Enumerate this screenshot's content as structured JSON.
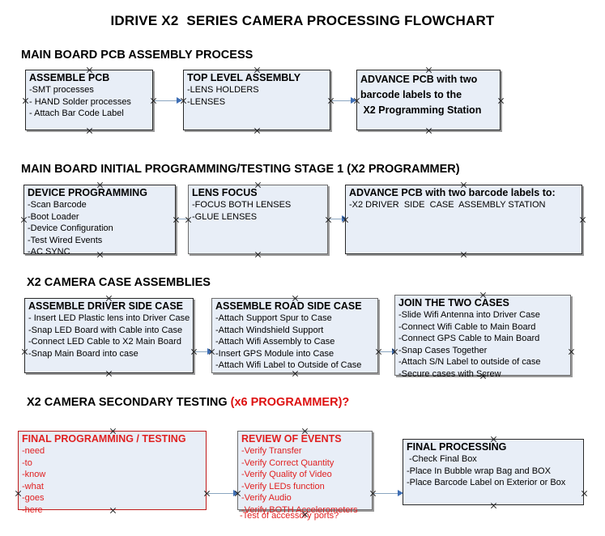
{
  "document": {
    "title": "IDRIVE X2  SERIES CAMERA PROCESSING FLOWCHART",
    "accent_color": "#e02020",
    "box_fill": "#e8eef7",
    "connector_color": "#3f6fb5"
  },
  "sections": [
    {
      "id": "main-board-pcb-assembly",
      "heading": "MAIN BOARD PCB ASSEMBLY PROCESS",
      "heading_accent": "",
      "boxes": [
        {
          "id": "assemble-pcb",
          "title": "ASSEMBLE PCB",
          "lines": [
            "-SMT processes",
            "- HAND Solder processes",
            "- Attach Bar Code Label"
          ]
        },
        {
          "id": "top-level-assembly",
          "title": "TOP LEVEL ASSEMBLY",
          "lines": [
            "-LENS HOLDERS",
            "-LENSES"
          ]
        },
        {
          "id": "advance-pcb-to-programming-station",
          "title": "ADVANCE PCB with two\nbarcode labels to the\n X2 Programming Station",
          "lines": []
        }
      ]
    },
    {
      "id": "main-board-initial-programming",
      "heading": "MAIN BOARD INITIAL PROGRAMMING/TESTING STAGE 1 (X2 PROGRAMMER)",
      "heading_accent": "",
      "boxes": [
        {
          "id": "device-programming",
          "title": "DEVICE PROGRAMMING",
          "lines": [
            "-Scan Barcode",
            "-Boot Loader",
            "-Device Configuration",
            "-Test Wired Events",
            "-AC SYNC"
          ]
        },
        {
          "id": "lens-focus",
          "title": "LENS FOCUS",
          "lines": [
            "-FOCUS BOTH LENSES",
            "-GLUE LENSES"
          ]
        },
        {
          "id": "advance-pcb-to-driver-side-case",
          "title": "ADVANCE PCB with two barcode labels to:",
          "lines": [
            "-X2 DRIVER  SIDE  CASE  ASSEMBLY STATION"
          ]
        }
      ]
    },
    {
      "id": "x2-camera-case-assemblies",
      "heading": "X2 CAMERA CASE ASSEMBLIES",
      "heading_accent": "",
      "boxes": [
        {
          "id": "assemble-driver-side-case",
          "title": "ASSEMBLE DRIVER SIDE CASE",
          "lines": [
            "- Insert LED Plastic lens into Driver Case",
            "-Snap LED Board with Cable into Case",
            "-Connect LED Cable to X2 Main Board",
            "-Snap Main Board into case"
          ]
        },
        {
          "id": "assemble-road-side-case",
          "title": "ASSEMBLE ROAD SIDE CASE",
          "lines": [
            "-Attach Support Spur to Case",
            "-Attach Windshield Support",
            "-Attach Wifi Assembly to Case",
            "-Insert GPS Module into Case",
            "-Attach Wifi Label to Outside of Case"
          ]
        },
        {
          "id": "join-the-two-cases",
          "title": "JOIN THE TWO CASES",
          "lines": [
            "-Slide Wifi Antenna into Driver Case",
            "-Connect Wifi Cable to Main Board",
            "-Connect GPS Cable to Main Board",
            "-Snap Cases Together",
            "-Attach S/N Label to outside of case",
            "-Secure cases with Screw"
          ]
        }
      ]
    },
    {
      "id": "x2-camera-secondary-testing",
      "heading": "X2 CAMERA SECONDARY TESTING ",
      "heading_accent": "(x6 PROGRAMMER)?",
      "boxes": [
        {
          "id": "final-programming-testing",
          "title": "FINAL PROGRAMMING / TESTING",
          "lines": [
            "-need",
            "-to",
            "-know",
            "-what",
            "-goes",
            "-here"
          ]
        },
        {
          "id": "review-of-events",
          "title": "REVIEW OF EVENTS",
          "lines": [
            "-Verify Transfer",
            "-Verify Correct Quantity",
            "-Verify Quality of Video",
            "-Verify LEDs function",
            "-Verify Audio",
            "-Verify BOTH Accelerometers"
          ],
          "overflow_line": "-Test of accessory ports?"
        },
        {
          "id": "final-processing",
          "title": "FINAL PROCESSING",
          "lines": [
            " -Check Final Box",
            "-Place In Bubble wrap Bag and BOX",
            "-Place Barcode Label on Exterior or Box"
          ]
        }
      ]
    }
  ]
}
